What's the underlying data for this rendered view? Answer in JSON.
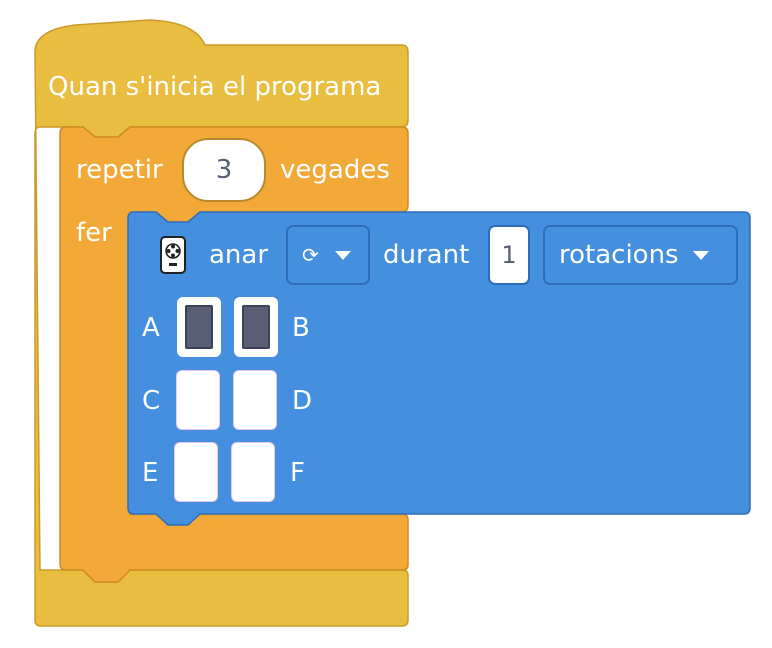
{
  "hat_block": {
    "label": "Quan s'inicia el programa",
    "color": "#e9bd40"
  },
  "repeat_block": {
    "label_before": "repetir",
    "count": "3",
    "label_after": "vegades",
    "do_label": "fer",
    "color": "#f3a938"
  },
  "motor_block": {
    "icon": "robot-board-icon",
    "verb": "anar",
    "direction_symbol": "⟳",
    "during_label": "durant",
    "amount": "1",
    "unit": "rotacions",
    "color": "#4490df",
    "ports": [
      {
        "name": "A",
        "selected": true
      },
      {
        "name": "B",
        "selected": true
      },
      {
        "name": "C",
        "selected": false
      },
      {
        "name": "D",
        "selected": false
      },
      {
        "name": "E",
        "selected": false
      },
      {
        "name": "F",
        "selected": false
      }
    ]
  }
}
